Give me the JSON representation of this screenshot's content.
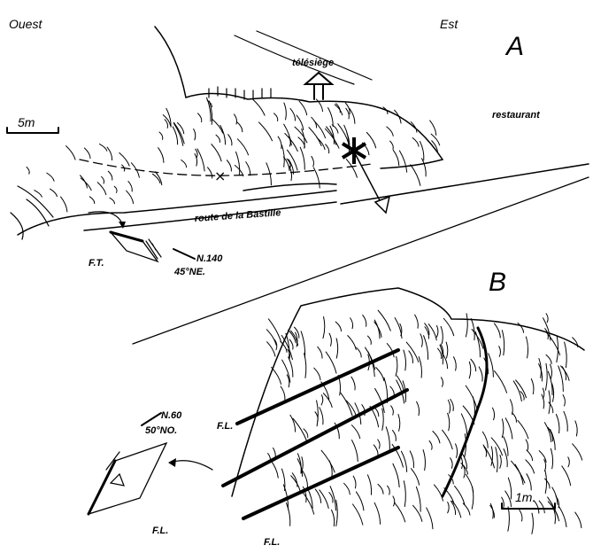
{
  "panel_a": {
    "letter": "A",
    "west_label": "Ouest",
    "east_label": "Est",
    "chairlift_label": "télésiège",
    "restaurant_label": "restaurant",
    "scale_label": "5m",
    "road_label": "route de la Bastille",
    "plane_label": "F.T.",
    "strike_label": "N.140",
    "dip_label": "45°NE."
  },
  "panel_b": {
    "letter": "B",
    "strike_label": "N.60",
    "dip_label": "50°NO.",
    "fault_label_1": "F.L.",
    "fault_label_2": "F.L.",
    "plane_label": "F.L.",
    "scale_label": "1m."
  }
}
